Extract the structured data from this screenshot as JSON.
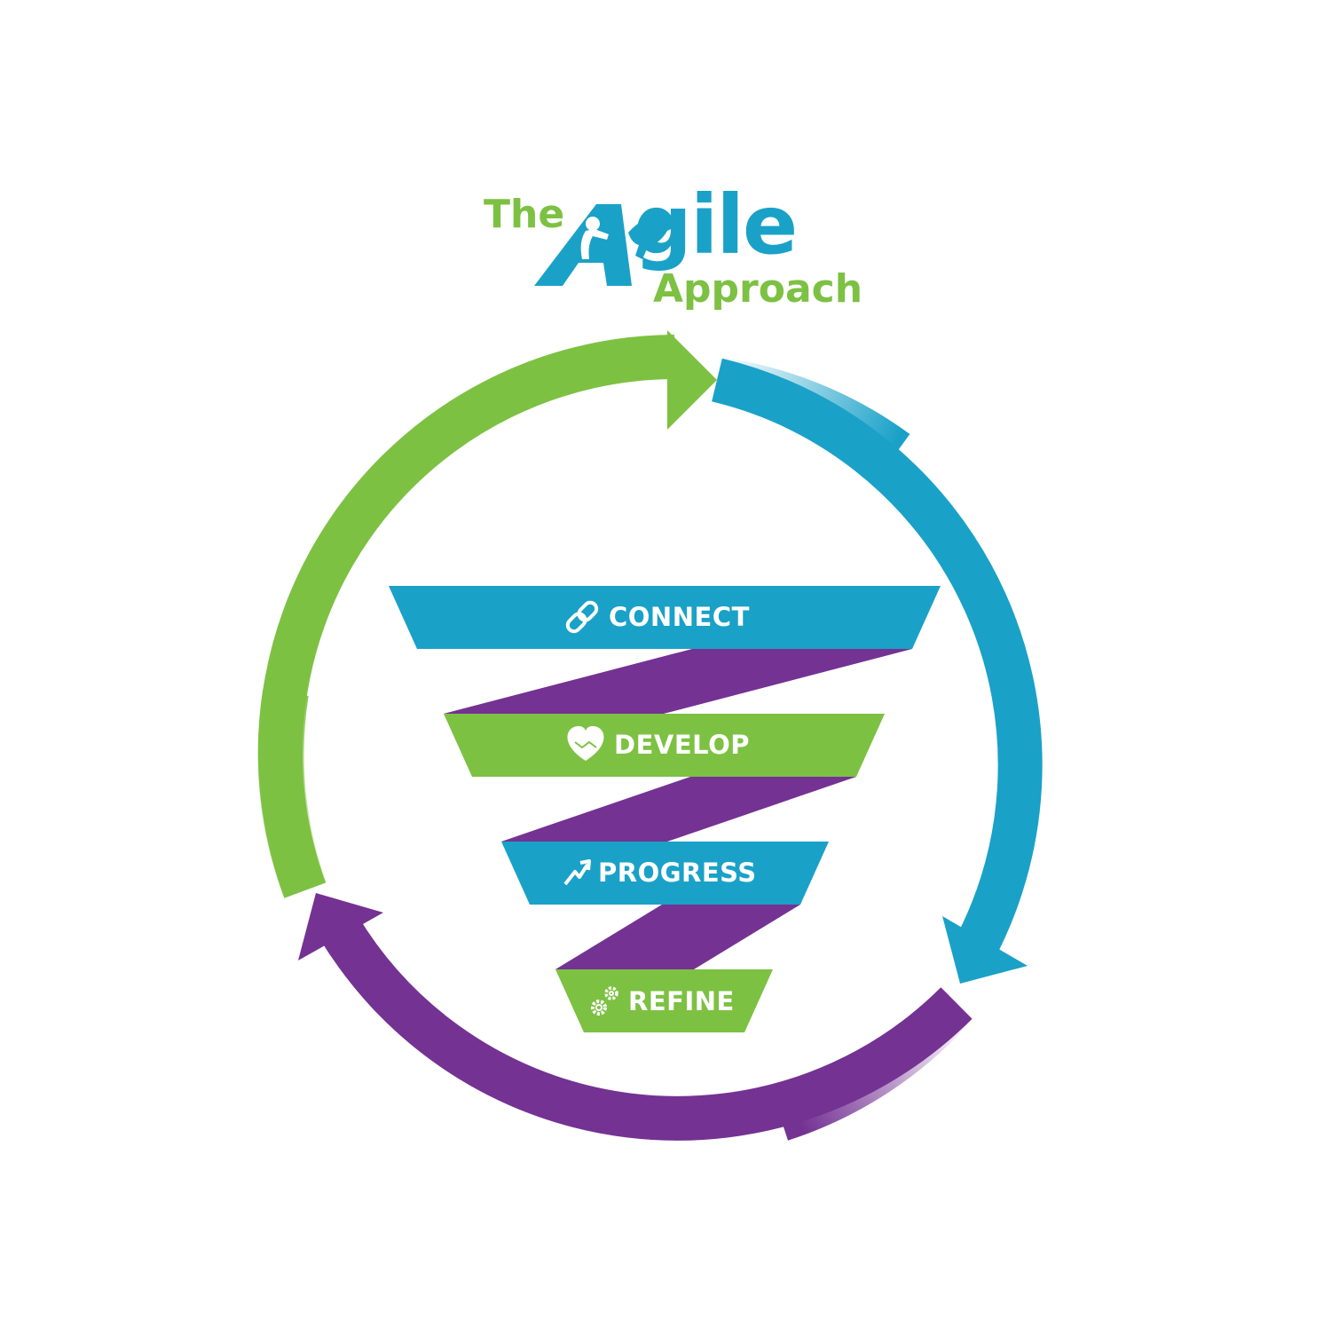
{
  "title": {
    "the": "The",
    "agile_initial": "A",
    "agile_rest": "gile",
    "approach": "Approach"
  },
  "colors": {
    "green": "#7dc143",
    "blue": "#1aa1c8",
    "purple": "#743293",
    "white": "#ffffff"
  },
  "cycle": {
    "arrows": [
      {
        "name": "green-arrow",
        "color": "#7dc143",
        "icon": "arrow-right-head"
      },
      {
        "name": "blue-arrow",
        "color": "#1aa1c8",
        "icon": "arrow-down-head"
      },
      {
        "name": "purple-arrow",
        "color": "#743293",
        "icon": "arrow-up-head"
      }
    ]
  },
  "stages": [
    {
      "label": "CONNECT",
      "icon": "link-icon",
      "color": "#1aa1c8"
    },
    {
      "label": "DEVELOP",
      "icon": "heart-handshake-icon",
      "color": "#7dc143"
    },
    {
      "label": "PROGRESS",
      "icon": "trend-arrow-icon",
      "color": "#1aa1c8"
    },
    {
      "label": "REFINE",
      "icon": "gears-icon",
      "color": "#7dc143"
    }
  ]
}
